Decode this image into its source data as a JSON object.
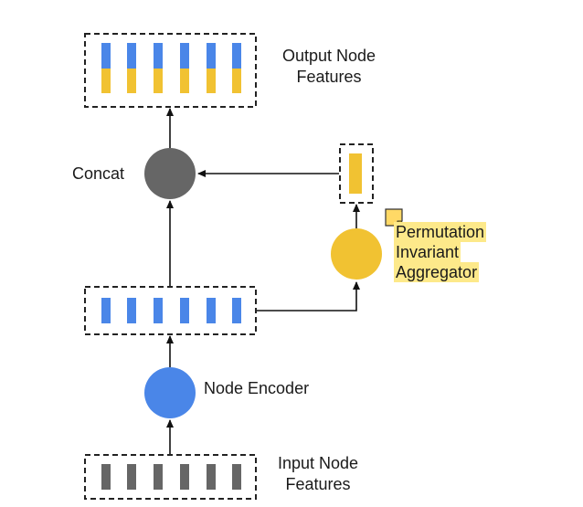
{
  "labels": {
    "output": [
      "Output Node",
      "Features"
    ],
    "concat": "Concat",
    "aggregator": [
      "Permutation",
      "Invariant",
      "Aggregator"
    ],
    "encoder": "Node Encoder",
    "input": [
      "Input Node",
      "Features"
    ]
  },
  "colors": {
    "blue": "#4a86e8",
    "yellow": "#f1c232",
    "gray": "#666666",
    "highlight": "#fde98a",
    "note_icon": "#ffd966"
  },
  "icons": {
    "note": "sticky-note-icon"
  }
}
